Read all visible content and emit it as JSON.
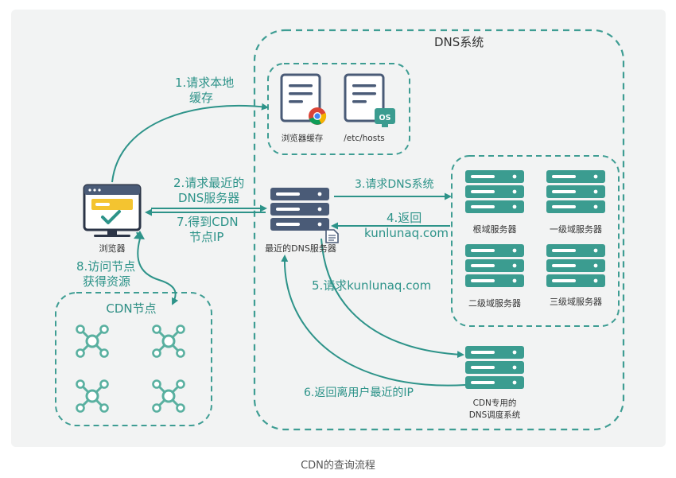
{
  "colors": {
    "teal": "#2d9389",
    "teal_light": "#5aaea5",
    "server_light": "#3b9c90",
    "server_dark": "#4a5b77",
    "panel_bg": "#f2f3f3",
    "text": "#333333",
    "cdn_title": "#2f8f85"
  },
  "groups": {
    "dns_system": "DNS系统",
    "cdn_nodes": "CDN节点"
  },
  "nodes": {
    "browser": "浏览器",
    "browser_cache": "浏览器缓存",
    "etc_hosts": "/etc/hosts",
    "os_badge": "OS",
    "nearest_dns": "最近的DNS服务器",
    "root_server": "根域服务器",
    "tld_server": "一级域服务器",
    "second_server": "二级域服务器",
    "third_server": "三级域服务器",
    "cdn_dns_line1": "CDN专用的",
    "cdn_dns_line2": "DNS调度系统"
  },
  "steps": {
    "s1_line1": "1.请求本地",
    "s1_line2": "缓存",
    "s2_line1": "2.请求最近的",
    "s2_line2": "DNS服务器",
    "s7_line1": "7.得到CDN",
    "s7_line2": "节点IP",
    "s8_line1": "8.访问节点",
    "s8_line2": "获得资源",
    "s3": "3.请求DNS系统",
    "s4_line1": "4.返回",
    "s4_line2": "kunlunaq.com",
    "s5": "5.请求kunlunaq.com",
    "s6": "6.返回离用户最近的IP"
  },
  "caption": "CDN的查询流程"
}
